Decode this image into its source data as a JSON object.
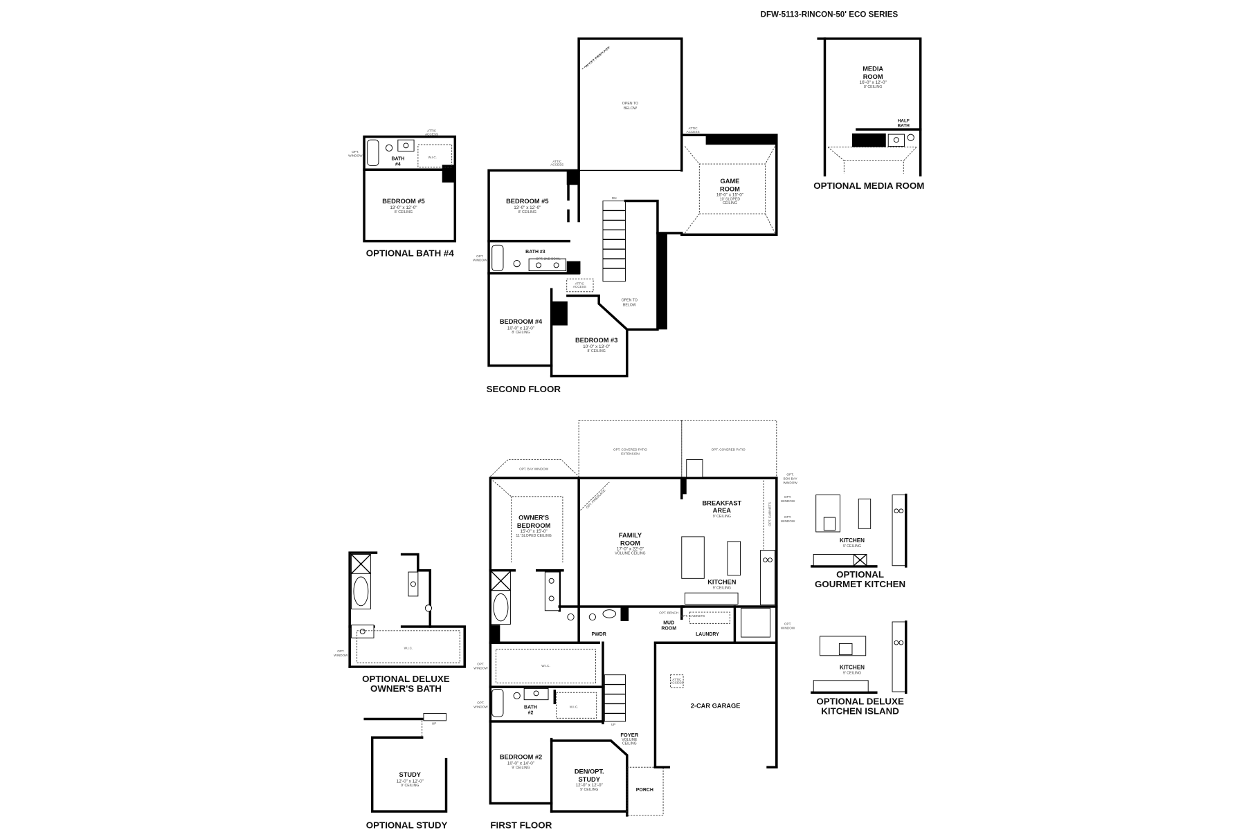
{
  "title": "DFW-5113-RINCON-50' ECO SERIES",
  "second_floor": {
    "label": "SECOND FLOOR",
    "open_to_below_top": {
      "line1": "OPEN TO",
      "line2": "BELOW",
      "note": "W/ OPT. FIREPLACE"
    },
    "game_room": {
      "line1": "GAME",
      "line2": "ROOM",
      "dims": "16'-0\" x 15'-0\"",
      "ceiling1": "10' SLOPED",
      "ceiling2": "CEILING"
    },
    "bedroom5": {
      "name": "BEDROOM #5",
      "dims": "13'-0\" x 12'-0\"",
      "ceiling": "8' CEILING"
    },
    "bath3": {
      "name": "BATH #3",
      "note": "OPT. 2ND BOWL"
    },
    "bedroom4": {
      "name": "BEDROOM #4",
      "dims": "10'-0\" x 13'-0\"",
      "ceiling": "8' CEILING"
    },
    "bedroom3": {
      "name": "BEDROOM #3",
      "dims": "10'-0\" x 13'-0\"",
      "ceiling": "8' CEILING"
    },
    "open_to_below_stair": {
      "line1": "OPEN TO",
      "line2": "BELOW"
    },
    "stair": "DN",
    "attic_access": {
      "line1": "ATTIC",
      "line2": "ACCESS"
    },
    "opt_window": {
      "line1": "OPT.",
      "line2": "WINDOW"
    }
  },
  "optional_bath4": {
    "label": "OPTIONAL BATH #4",
    "bath": {
      "line1": "BATH",
      "line2": "#4"
    },
    "wic": "W.I.C.",
    "bedroom5": {
      "name": "BEDROOM #5",
      "dims": "13'-0\" x 12'-0\"",
      "ceiling": "8' CEILING"
    }
  },
  "optional_media_room": {
    "label": "OPTIONAL MEDIA ROOM",
    "media": {
      "line1": "MEDIA",
      "line2": "ROOM",
      "dims": "16'-0\" x 12'-0\"",
      "ceiling": "8' CEILING"
    },
    "half_bath": {
      "line1": "HALF",
      "line2": "BATH"
    }
  },
  "first_floor": {
    "label": "FIRST FLOOR",
    "patio_ext": {
      "line1": "OPT. COVERED PATIO",
      "line2": "EXTENSION"
    },
    "patio": "OPT. COVERED PATIO",
    "bay_window": "OPT. BAY WINDOW",
    "owners_bedroom": {
      "line1": "OWNER'S",
      "line2": "BEDROOM",
      "dims": "15'-0\" x 15'-0\"",
      "ceiling": "11' SLOPED CEILING"
    },
    "family_room": {
      "line1": "FAMILY",
      "line2": "ROOM",
      "dims": "17'-0\" x 22'-0\"",
      "ceiling": "VOLUME CEILING",
      "note": "OPT. FIREPLACE"
    },
    "breakfast": {
      "line1": "BREAKFAST",
      "line2": "AREA",
      "ceiling": "9' CEILING"
    },
    "kitchen": {
      "name": "KITCHEN",
      "ceiling": "9' CEILING"
    },
    "opt_cabinets": "OPT. CABINETS",
    "box_bay": {
      "line1": "OPT.",
      "line2": "BOX BAY",
      "line3": "WINDOW"
    },
    "pwdr": "PWDR",
    "mud_room": {
      "line1": "MUD",
      "line2": "ROOM",
      "bench": "OPT. BENCH",
      "cabinets": "OPT. CABINETS"
    },
    "laundry": "LAUNDRY",
    "wic": "W.I.C.",
    "bath2": {
      "line1": "BATH",
      "line2": "#2"
    },
    "garage": "2-CAR GARAGE",
    "foyer": {
      "name": "FOYER",
      "ceiling1": "VOLUME",
      "ceiling2": "CEILING"
    },
    "up": "UP",
    "bedroom2": {
      "name": "BEDROOM #2",
      "dims": "10'-0\" x 14'-0\"",
      "ceiling": "9' CEILING"
    },
    "den": {
      "line1": "DEN/OPT.",
      "line2": "STUDY",
      "dims": "12'-0\" x 12'-0\"",
      "ceiling": "9' CEILING"
    },
    "porch": "PORCH"
  },
  "optional_deluxe_owners_bath": {
    "line1": "OPTIONAL DELUXE",
    "line2": "OWNER'S BATH",
    "wic": "W.I.C."
  },
  "optional_study": {
    "label": "OPTIONAL STUDY",
    "name": "STUDY",
    "dims": "12'-0\" x 12'-0\"",
    "ceiling": "9' CEILING",
    "up": "UP"
  },
  "optional_gourmet_kitchen": {
    "line1": "OPTIONAL",
    "line2": "GOURMET KITCHEN",
    "kitchen": "KITCHEN",
    "ceiling": "9' CEILING"
  },
  "optional_deluxe_kitchen_island": {
    "line1": "OPTIONAL DELUXE",
    "line2": "KITCHEN ISLAND",
    "kitchen": "KITCHEN",
    "ceiling": "9' CEILING"
  }
}
